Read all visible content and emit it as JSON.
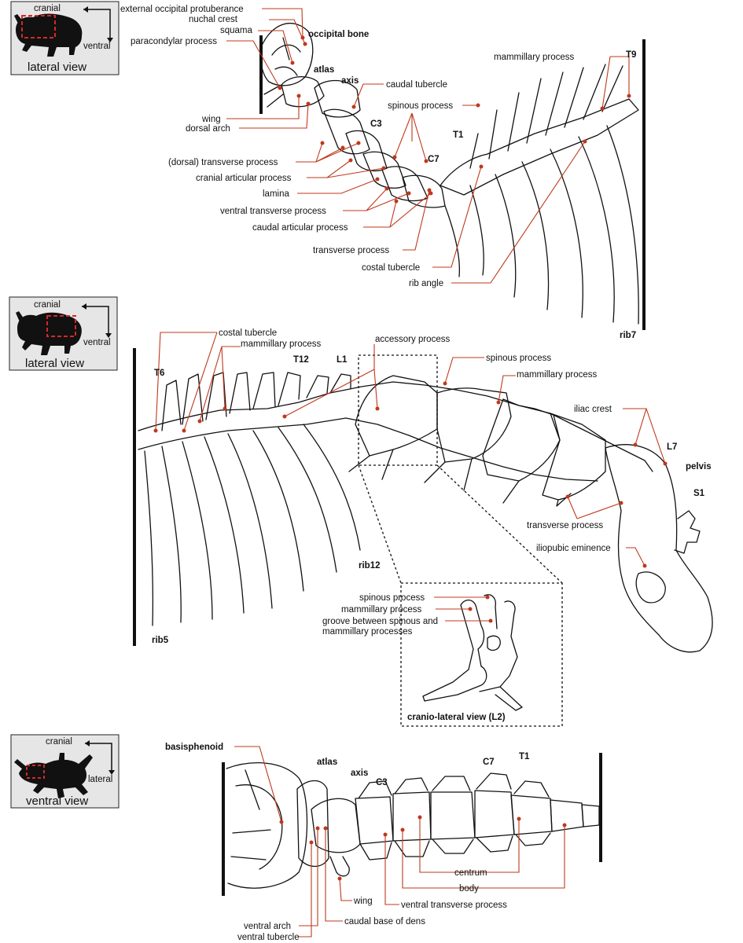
{
  "panels": {
    "p1": {
      "inset": {
        "top_label": "cranial",
        "side_label": "ventral",
        "view_label": "lateral view"
      },
      "labels": {
        "ext_occ": "external occipital protuberance",
        "nuchal": "nuchal crest",
        "squama": "squama",
        "paracondylar": "paracondylar process",
        "occipital": "occipital bone",
        "atlas": "atlas",
        "axis": "axis",
        "caudal_tub": "caudal tubercle",
        "wing": "wing",
        "dorsal_arch": "dorsal arch",
        "c3": "C3",
        "dors_trans": "(dorsal) transverse process",
        "cran_art": "cranial articular process",
        "lamina": "lamina",
        "vent_trans": "ventral transverse process",
        "caud_art": "caudal articular process",
        "c7": "C7",
        "t1": "T1",
        "spinous": "spinous process",
        "trans": "transverse process",
        "costal_tub": "costal tubercle",
        "rib_angle": "rib angle",
        "mammillary": "mammillary process",
        "t9": "T9",
        "rib7": "rib7"
      }
    },
    "p2": {
      "inset": {
        "top_label": "cranial",
        "side_label": "ventral",
        "view_label": "lateral view"
      },
      "labels": {
        "costal_tub": "costal tubercle",
        "mammillary": "mammillary process",
        "t6": "T6",
        "t12": "T12",
        "l1": "L1",
        "accessory": "accessory process",
        "spinous": "spinous process",
        "mammillary2": "mammillary process",
        "iliac": "iliac crest",
        "l7": "L7",
        "pelvis": "pelvis",
        "s1": "S1",
        "trans": "transverse process",
        "iliopubic": "iliopubic eminence",
        "rib12": "rib12",
        "rib5": "rib5",
        "d_spinous": "spinous process",
        "d_mammillary": "mammillary process",
        "d_groove_1": "groove between spinous and",
        "d_groove_2": "mammillary processes",
        "d_caption": "cranio-lateral view (L2)"
      }
    },
    "p3": {
      "inset": {
        "top_label": "cranial",
        "side_label": "lateral",
        "view_label": "ventral view"
      },
      "labels": {
        "basisphenoid": "basisphenoid",
        "atlas": "atlas",
        "axis": "axis",
        "c3": "C3",
        "c7": "C7",
        "t1": "T1",
        "centrum": "centrum",
        "body": "body",
        "vent_trans": "ventral transverse process",
        "wing": "wing",
        "caudal_dens": "caudal base of dens",
        "vent_arch": "ventral arch",
        "vent_tub": "ventral tubercle"
      }
    }
  },
  "colors": {
    "leader": "#c0381b",
    "inset_bg": "#e6e6e6",
    "inset_highlight": "#d62828",
    "ink": "#111111"
  }
}
